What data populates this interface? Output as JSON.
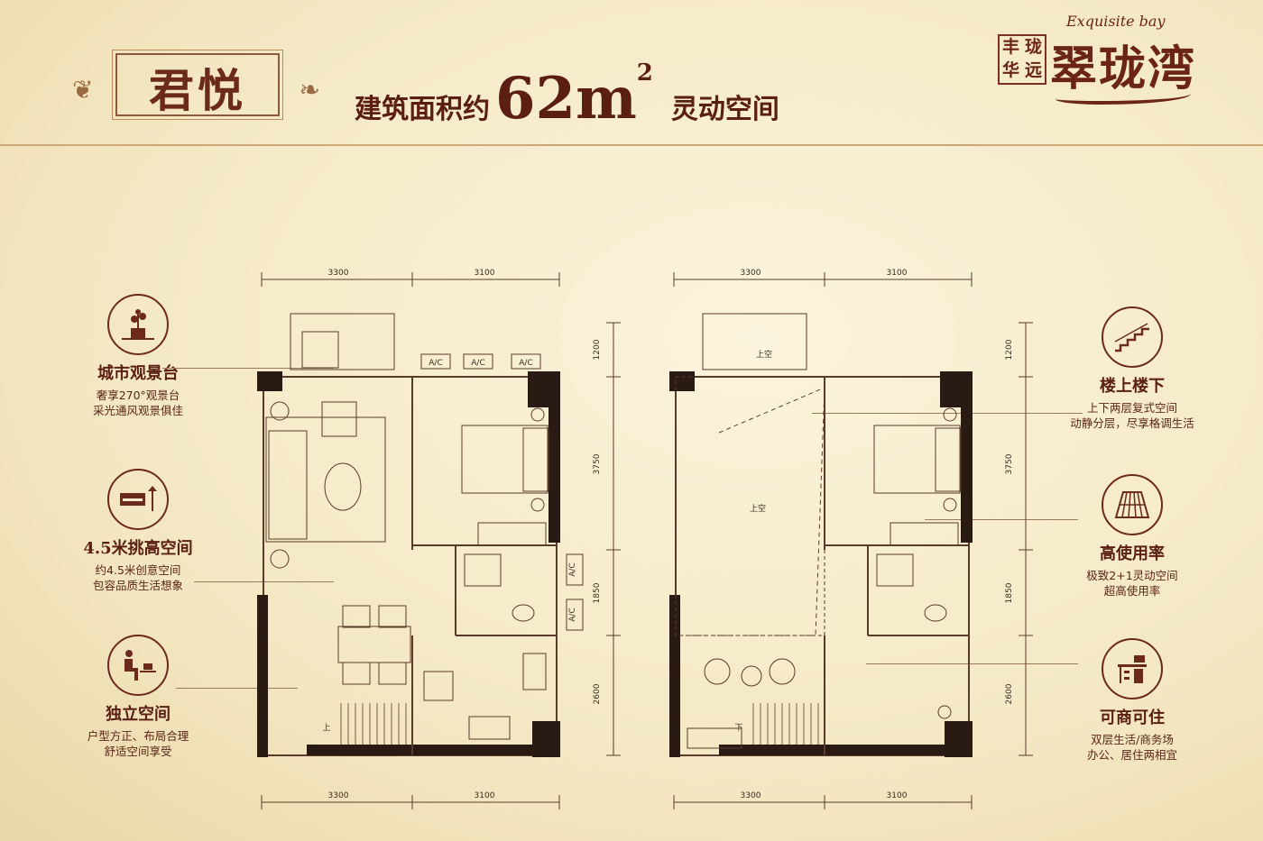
{
  "header": {
    "unit_name": "君悦",
    "area_prefix": "建筑面积约",
    "area_value": "62m",
    "area_sup": "2",
    "area_suffix": "灵动空间"
  },
  "logo": {
    "seal_chars": [
      "丰",
      "珑",
      "华",
      "远"
    ],
    "english": "Exquisite bay",
    "chinese": "翠珑湾"
  },
  "features_left": [
    {
      "icon": "flower-pot-icon",
      "title": "城市观景台",
      "lines": [
        "奢享270°观景台",
        "采光通风观景俱佳"
      ]
    },
    {
      "icon": "sofa-lamp-icon",
      "title": "4.5米挑高空间",
      "lines": [
        "约4.5米创意空间",
        "包容品质生活想象"
      ]
    },
    {
      "icon": "person-coffee-icon",
      "title": "独立空间",
      "lines": [
        "户型方正、布局合理",
        "舒适空间享受"
      ]
    }
  ],
  "features_right": [
    {
      "icon": "staircase-icon",
      "title": "楼上楼下",
      "lines": [
        "上下两层复式空间",
        "动静分层，尽享格调生活"
      ]
    },
    {
      "icon": "wood-floor-icon",
      "title": "高使用率",
      "lines": [
        "极致2+1灵动空间",
        "超高使用率"
      ]
    },
    {
      "icon": "desk-office-icon",
      "title": "可商可住",
      "lines": [
        "双层生活/商务场",
        "办公、居住两相宜"
      ]
    }
  ],
  "plans": {
    "horizontal_dims": [
      "3300",
      "3100"
    ],
    "vertical_dims": [
      "1200",
      "3750",
      "1850",
      "2600"
    ],
    "ac_label": "A/C",
    "void_label": "上空",
    "up_label": "上",
    "down_label": "下"
  },
  "colors": {
    "wall": "#2a1a14",
    "line": "#5a3a2a",
    "accent": "#6b2a1c"
  }
}
